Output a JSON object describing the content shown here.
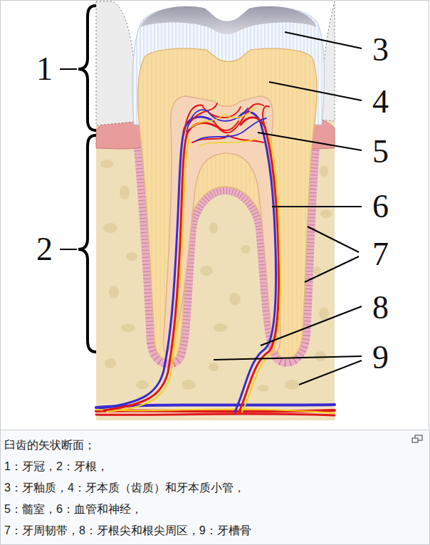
{
  "diagram": {
    "caption": "臼齿的矢状断面；",
    "labels": [
      "1",
      "2",
      "3",
      "4",
      "5",
      "6",
      "7",
      "8",
      "9",
      "1：牙冠，2：牙根，",
      "3：牙釉质，4：牙本质（齿质）和牙本质小管，",
      "5：髓室，6：血管和神经，",
      "7：牙周韧带，8：牙根尖和根尖周区，9：牙槽骨"
    ]
  }
}
